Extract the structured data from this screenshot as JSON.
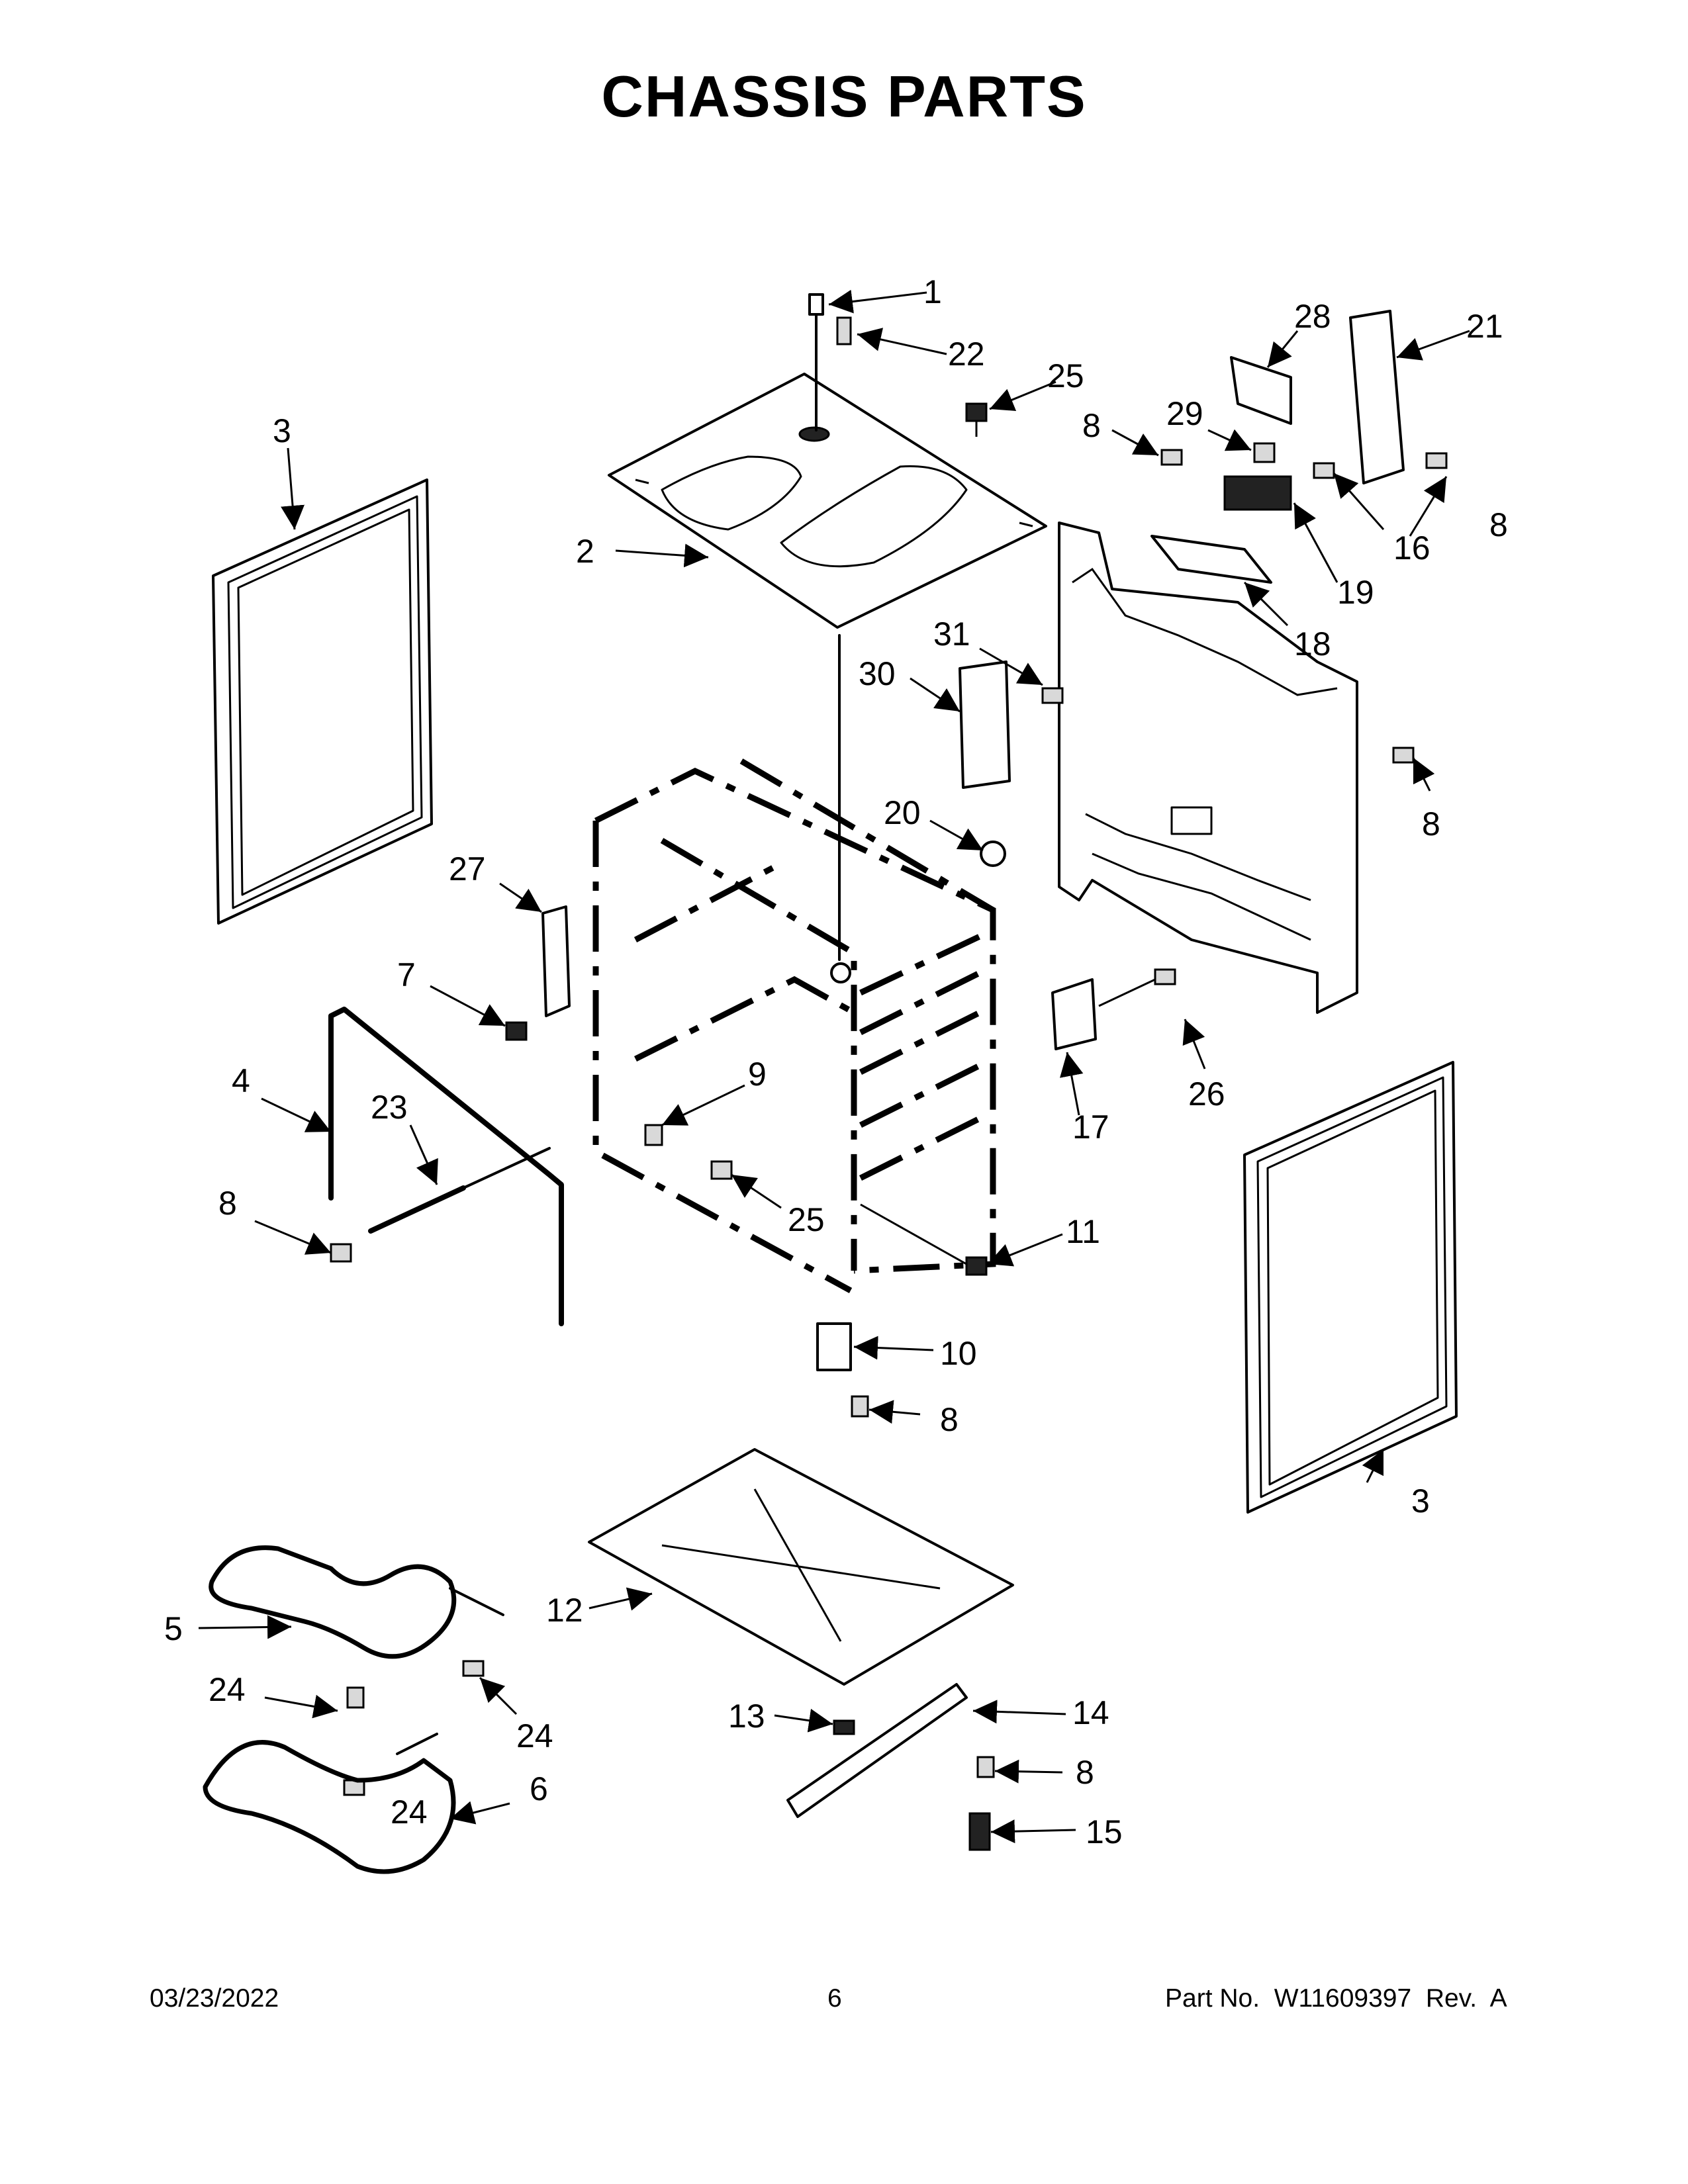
{
  "title": "CHASSIS PARTS",
  "footer": {
    "date": "03/23/2022",
    "page": "6",
    "part_number": "Part No.  W11609397  Rev.  A"
  },
  "callouts": [
    "1",
    "2",
    "3",
    "3",
    "4",
    "5",
    "6",
    "7",
    "8",
    "8",
    "8",
    "8",
    "8",
    "8",
    "9",
    "10",
    "11",
    "12",
    "13",
    "14",
    "15",
    "16",
    "17",
    "18",
    "19",
    "20",
    "21",
    "22",
    "23",
    "24",
    "24",
    "24",
    "25",
    "25",
    "26",
    "27",
    "28",
    "29",
    "30",
    "31"
  ]
}
